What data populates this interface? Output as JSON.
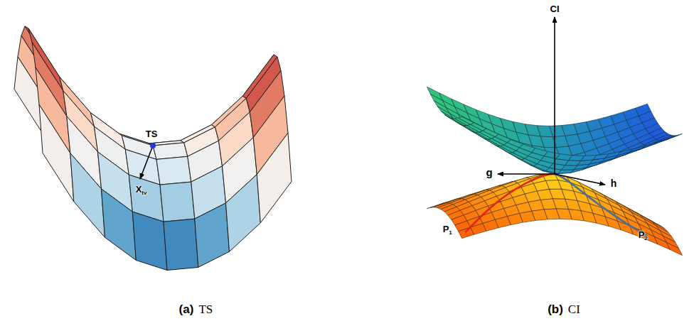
{
  "diagram": {
    "labels": [
      "TS",
      "X",
      "tv",
      "CI",
      "g",
      "h",
      "P",
      "1",
      "P",
      "2",
      "(a)",
      "TS",
      "(b)",
      "CI"
    ]
  }
}
